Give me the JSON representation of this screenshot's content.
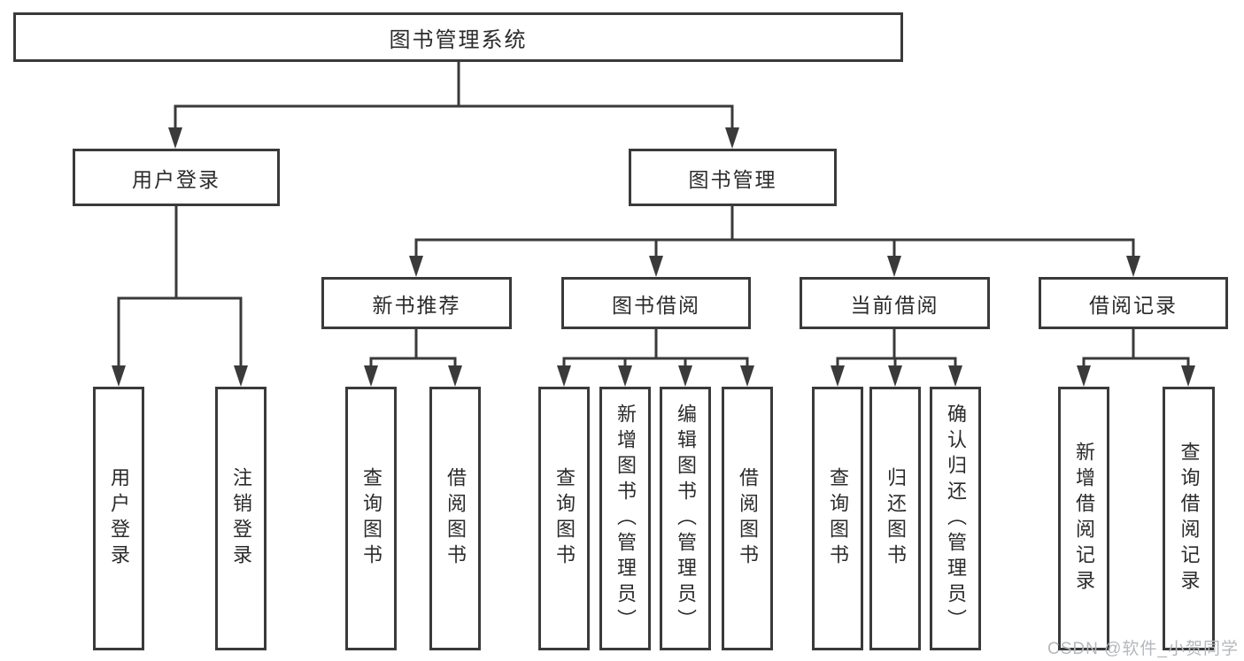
{
  "diagram": {
    "root": "图书管理系统",
    "branches": [
      {
        "label": "用户登录",
        "children": [
          {
            "label": "用户登录"
          },
          {
            "label": "注销登录"
          }
        ]
      },
      {
        "label": "图书管理",
        "children": [
          {
            "label": "新书推荐",
            "children": [
              {
                "label": "查询图书"
              },
              {
                "label": "借阅图书"
              }
            ]
          },
          {
            "label": "图书借阅",
            "children": [
              {
                "label": "查询图书"
              },
              {
                "label": "新增图书（管理员）"
              },
              {
                "label": "编辑图书（管理员）"
              },
              {
                "label": "借阅图书"
              }
            ]
          },
          {
            "label": "当前借阅",
            "children": [
              {
                "label": "查询图书"
              },
              {
                "label": "归还图书"
              },
              {
                "label": "确认归还（管理员）"
              }
            ]
          },
          {
            "label": "借阅记录",
            "children": [
              {
                "label": "新增借阅记录"
              },
              {
                "label": "查询借阅记录"
              }
            ]
          }
        ]
      }
    ]
  },
  "watermark": {
    "text": "CSDN @软件_小贺同学"
  },
  "colors": {
    "line": "#3a3a3a",
    "border": "#3a3a3a",
    "text": "#2b2b2b",
    "background": "#ffffff",
    "watermark": "#b5b8bc"
  }
}
